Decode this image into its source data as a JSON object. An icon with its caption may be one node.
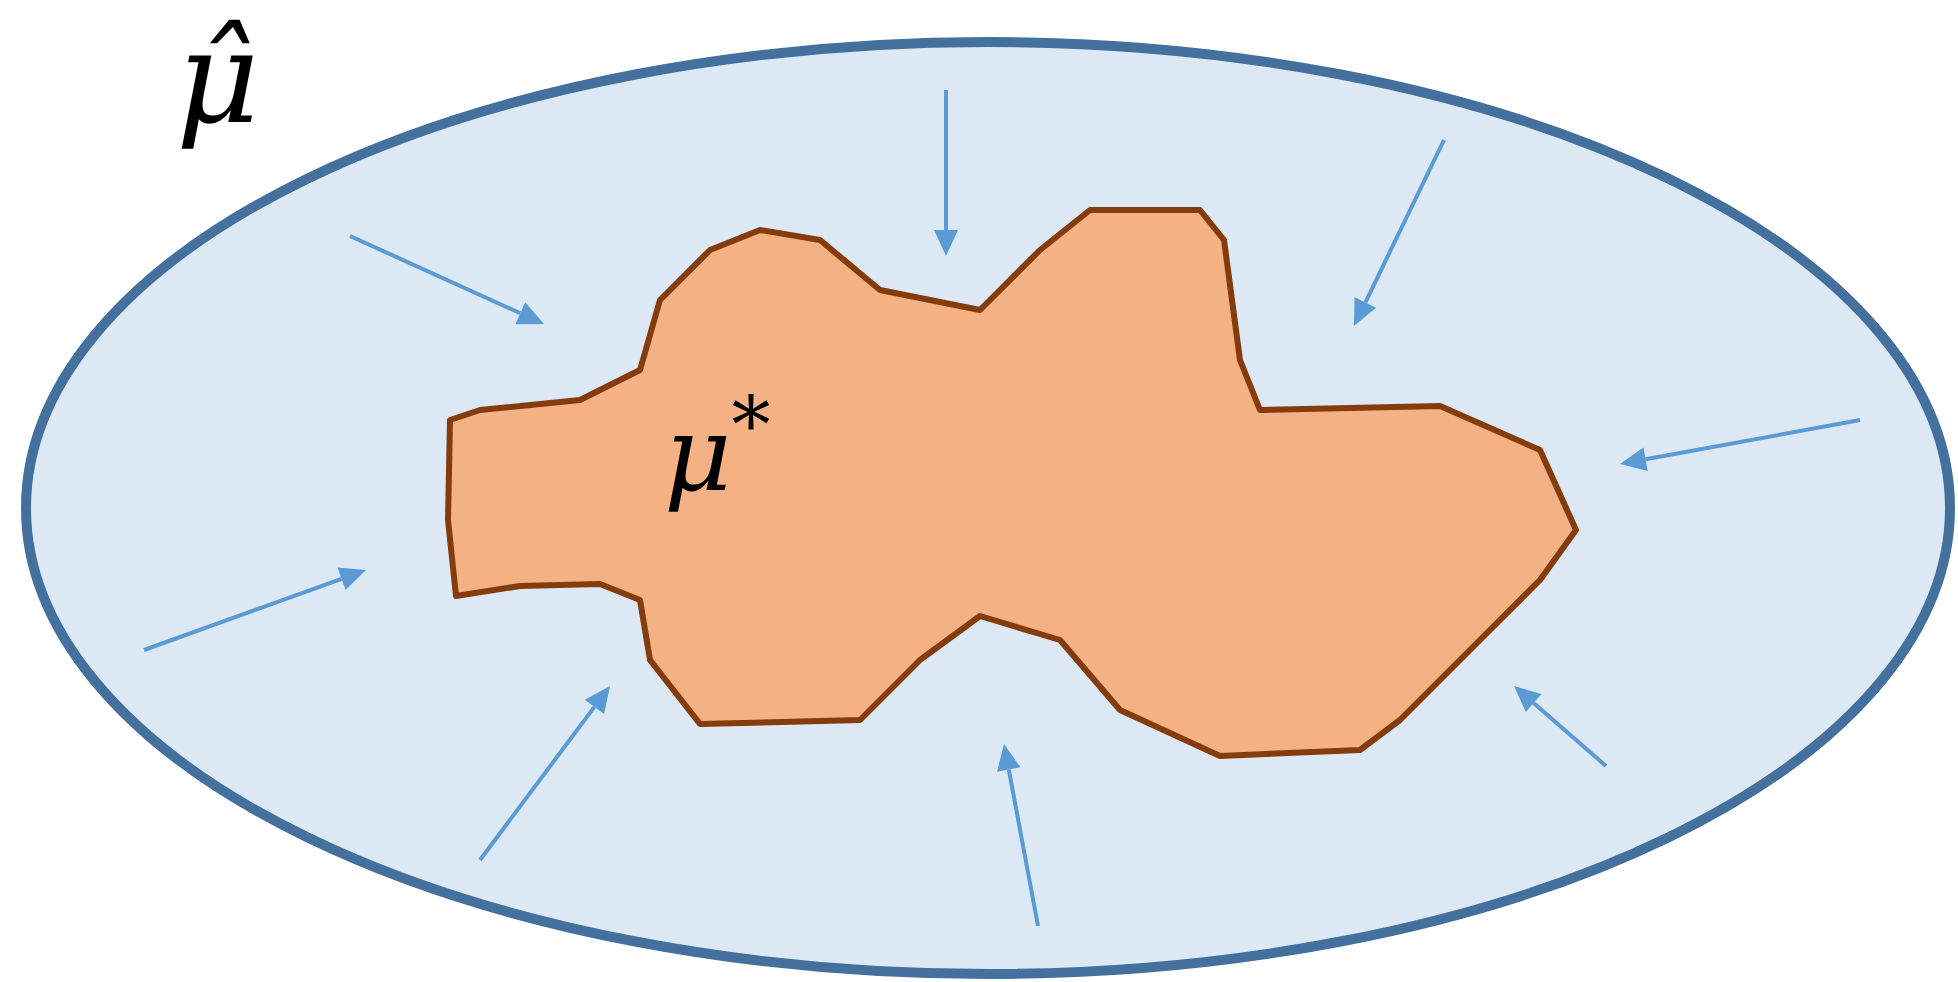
{
  "diagram": {
    "nodes": [
      {
        "text": [
          "μ̂"
        ]
      },
      {
        "text": [
          "μ$^{*}$"
        ],
        "in": 0
      }
    ]
  }
}
